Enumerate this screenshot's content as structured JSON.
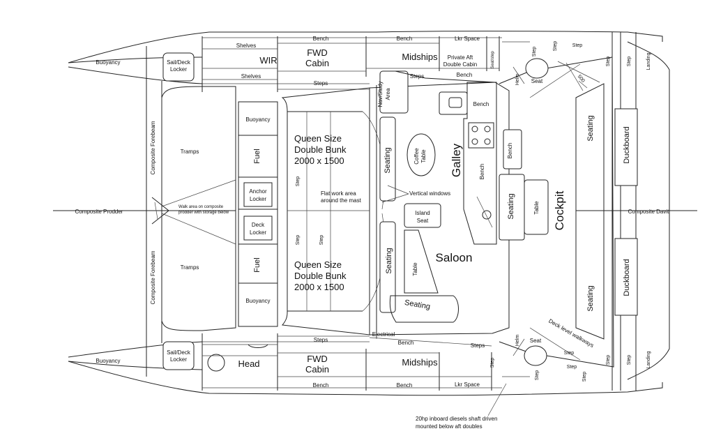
{
  "bow": {
    "buoyancy_top": "Buoyancy",
    "buoyancy_bottom": "Buoyancy",
    "sail_locker_top": [
      "Sail/Deck",
      "Locker"
    ],
    "sail_locker_bottom": [
      "Sail/Deck",
      "Locker"
    ],
    "forebeam_top": "Composite Forebeam",
    "forebeam_bottom": "Composite Forebeam",
    "tramps_top": "Tramps",
    "tramps_bottom": "Tramps",
    "prodder": "Composite Prodder",
    "walk_area": [
      "Walk area on composite",
      "prodder with storage below"
    ]
  },
  "forward_lockers": {
    "buoyancy_top": "Buoyancy",
    "fuel_top": "Fuel",
    "anchor_locker": [
      "Anchor",
      "Locker"
    ],
    "deck_locker": [
      "Deck",
      "Locker"
    ],
    "fuel_bottom": "Fuel",
    "buoyancy_bottom": "Buoyancy"
  },
  "port_hull": {
    "shelves_top": "Shelves",
    "shelves_bottom": "Shelves",
    "wir": "WIR",
    "bench_1": "Bench",
    "bench_2": "Bench",
    "fwd_cabin": [
      "FWD",
      "Cabin"
    ],
    "midships": "Midships",
    "lkr_space": "Lkr Space",
    "private_aft": [
      "Private Aft",
      "Double Cabin"
    ],
    "seat_step": "Seat/step",
    "steps_1": "Steps",
    "steps_2": "Steps",
    "bench_3": "Bench"
  },
  "starboard_hull": {
    "head": "Head",
    "steps": "Steps",
    "fwd_cabin": [
      "FWD",
      "Cabin"
    ],
    "midships": "Midships",
    "lkr_space": "Lkr Space",
    "bench_1": "Bench",
    "bench_2": "Bench",
    "steps_aft": "Steps",
    "step": "Step"
  },
  "bridgedeck": {
    "queen_top": [
      "Queen Size",
      "Double Bunk",
      "2000 x 1500"
    ],
    "queen_bottom": [
      "Queen Size",
      "Double Bunk",
      "2000 x 1500"
    ],
    "step_a": "Step",
    "step_b": "Step",
    "step_c": "Step",
    "flat_work": [
      "Flat work area",
      "around the mast"
    ],
    "nav_study": [
      "Nav/Study",
      "Area"
    ],
    "seating_fwd": "Seating",
    "coffee_table": [
      "Coffee",
      "Table"
    ],
    "galley": "Galley",
    "galley_bench": "Bench",
    "bench_top": "Bench",
    "vertical_windows": "Vertical windows",
    "island_seat": [
      "Island",
      "Seat"
    ],
    "saloon": "Saloon",
    "seating_left": "Seating",
    "table": "Table",
    "seating_bottom": "Seating",
    "electrical": "Electrical",
    "bench_bottom": "Bench"
  },
  "cockpit": {
    "bench": "Bench",
    "seating": "Seating",
    "table": "Table",
    "cockpit": "Cockpit",
    "seating_top": "Seating",
    "seating_bottom": "Seating",
    "duckboard_top": "Duckboard",
    "duckboard_bottom": "Duckboard",
    "davit": "Composite Davit",
    "step_labels": [
      "Step",
      "Step",
      "Step",
      "Step",
      "Step",
      "Step",
      "Step",
      "Step",
      "Step",
      "Step",
      "Step"
    ],
    "landing_top": "Landing",
    "landing_bottom": "Landing",
    "helm_top": "Helm",
    "helm_bottom": "Helm",
    "seat_top": "Seat",
    "seat_bottom": "Seat",
    "dim_500": "500",
    "walkways": "Deck level walkways",
    "diesels": [
      "20hp inboard diesels shaft driven",
      "mounted below aft doubles"
    ]
  }
}
